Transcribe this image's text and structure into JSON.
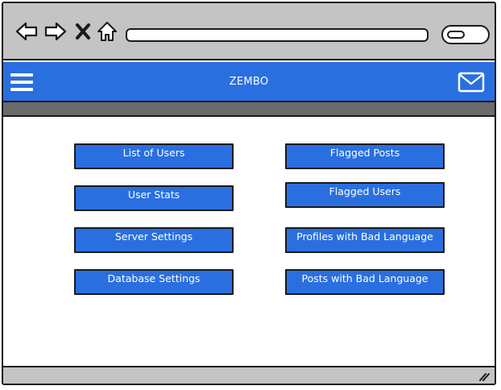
{
  "browser": {
    "url": "",
    "search": ""
  },
  "header": {
    "title": "ZEMBO"
  },
  "menu": {
    "left": [
      {
        "label": "List of Users"
      },
      {
        "label": "User Stats"
      },
      {
        "label": "Server Settings"
      },
      {
        "label": "Database Settings"
      }
    ],
    "right": [
      {
        "label": "Flagged Posts"
      },
      {
        "label": "Flagged Users"
      },
      {
        "label": "Profiles with Bad Language"
      },
      {
        "label": "Posts with Bad Language"
      }
    ]
  },
  "colors": {
    "primary": "#2a6fe0",
    "chrome": "#c4c4c4",
    "strip": "#6b6b6b"
  },
  "icons": [
    "back-arrow-icon",
    "forward-arrow-icon",
    "close-x-icon",
    "home-icon",
    "search-icon",
    "hamburger-menu-icon",
    "mail-icon",
    "resize-grip-icon"
  ]
}
